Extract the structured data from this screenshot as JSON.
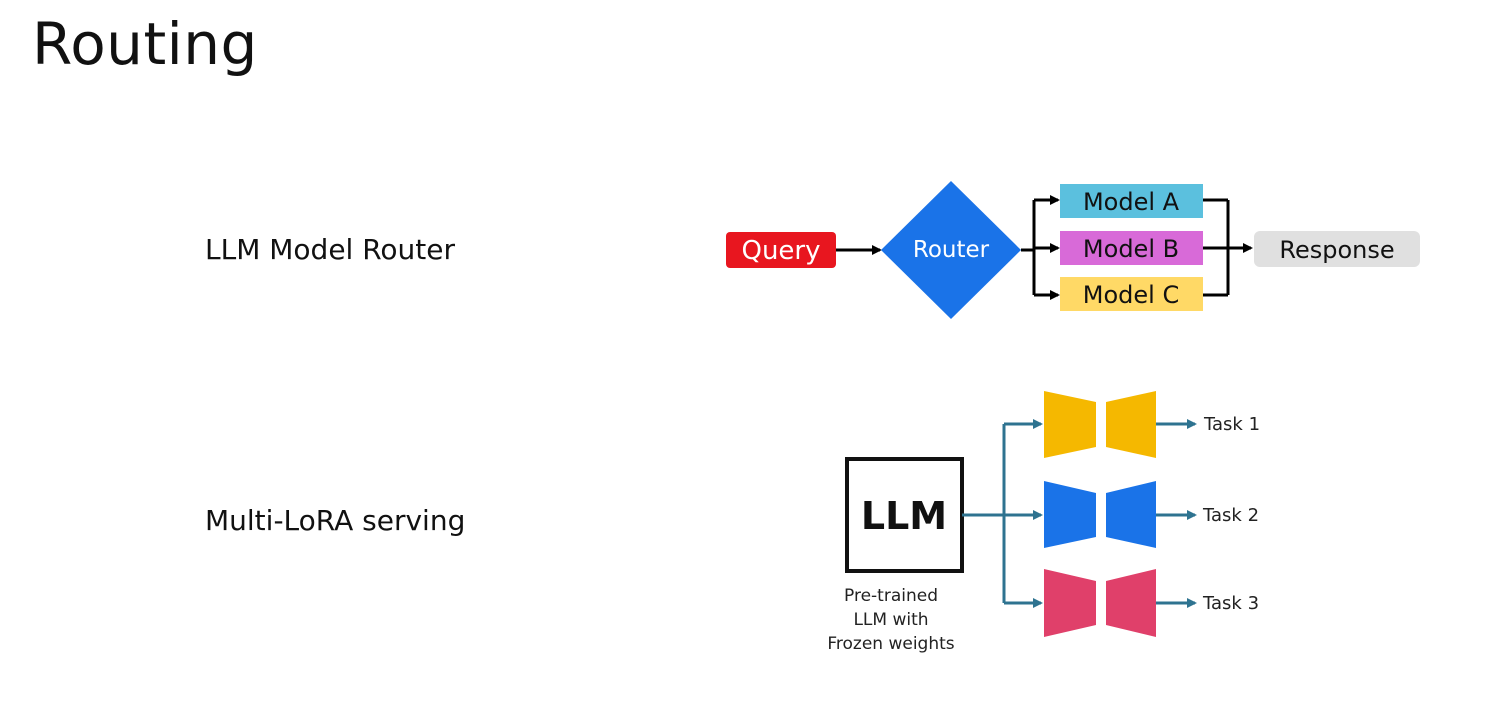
{
  "title": "Routing",
  "rows": {
    "router_label": "LLM Model Router",
    "lora_label": "Multi-LoRA serving"
  },
  "router_diagram": {
    "query": "Query",
    "router": "Router",
    "models": [
      "Model A",
      "Model B",
      "Model C"
    ],
    "response": "Response",
    "colors": {
      "query": "#e8161f",
      "router": "#1a73e8",
      "model_a": "#5bc0de",
      "model_b": "#d86ad8",
      "model_c": "#ffd966",
      "response": "#e0e0e0",
      "arrow": "#000000"
    }
  },
  "lora_diagram": {
    "llm": "LLM",
    "caption": [
      "Pre-trained",
      "LLM with",
      "Frozen weights"
    ],
    "tasks": [
      "Task 1",
      "Task 2",
      "Task 3"
    ],
    "colors": {
      "task1": "#f5b800",
      "task2": "#1a73e8",
      "task3": "#e0406a",
      "arrow": "#2e7390"
    }
  }
}
